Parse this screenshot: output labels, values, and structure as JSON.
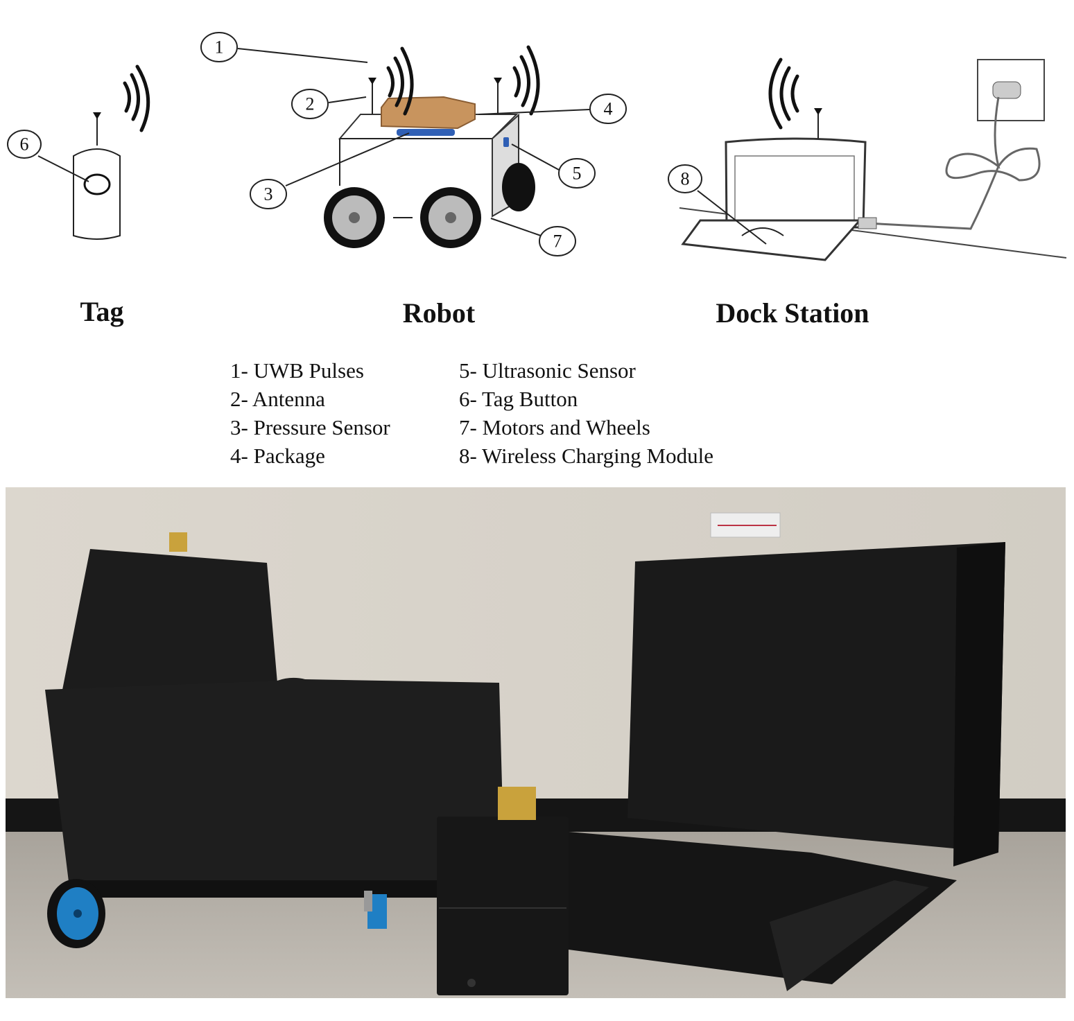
{
  "titles": {
    "tag": "Tag",
    "robot": "Robot",
    "dock": "Dock Station"
  },
  "callouts": [
    "1",
    "2",
    "3",
    "4",
    "5",
    "6",
    "7",
    "8"
  ],
  "legend": [
    "1- UWB Pulses",
    "2- Antenna",
    "3- Pressure Sensor",
    "4- Package",
    "5- Ultrasonic Sensor",
    "6- Tag Button",
    "7- Motors and Wheels",
    "8- Wireless Charging Module"
  ],
  "colors": {
    "wall": "#d8d3ca",
    "floor": "#b3aea6",
    "device": "#1a1a1a",
    "wheel_blue": "#1f7fc4",
    "package": "#c8945e",
    "sensor_blue": "#2f5fb5"
  }
}
